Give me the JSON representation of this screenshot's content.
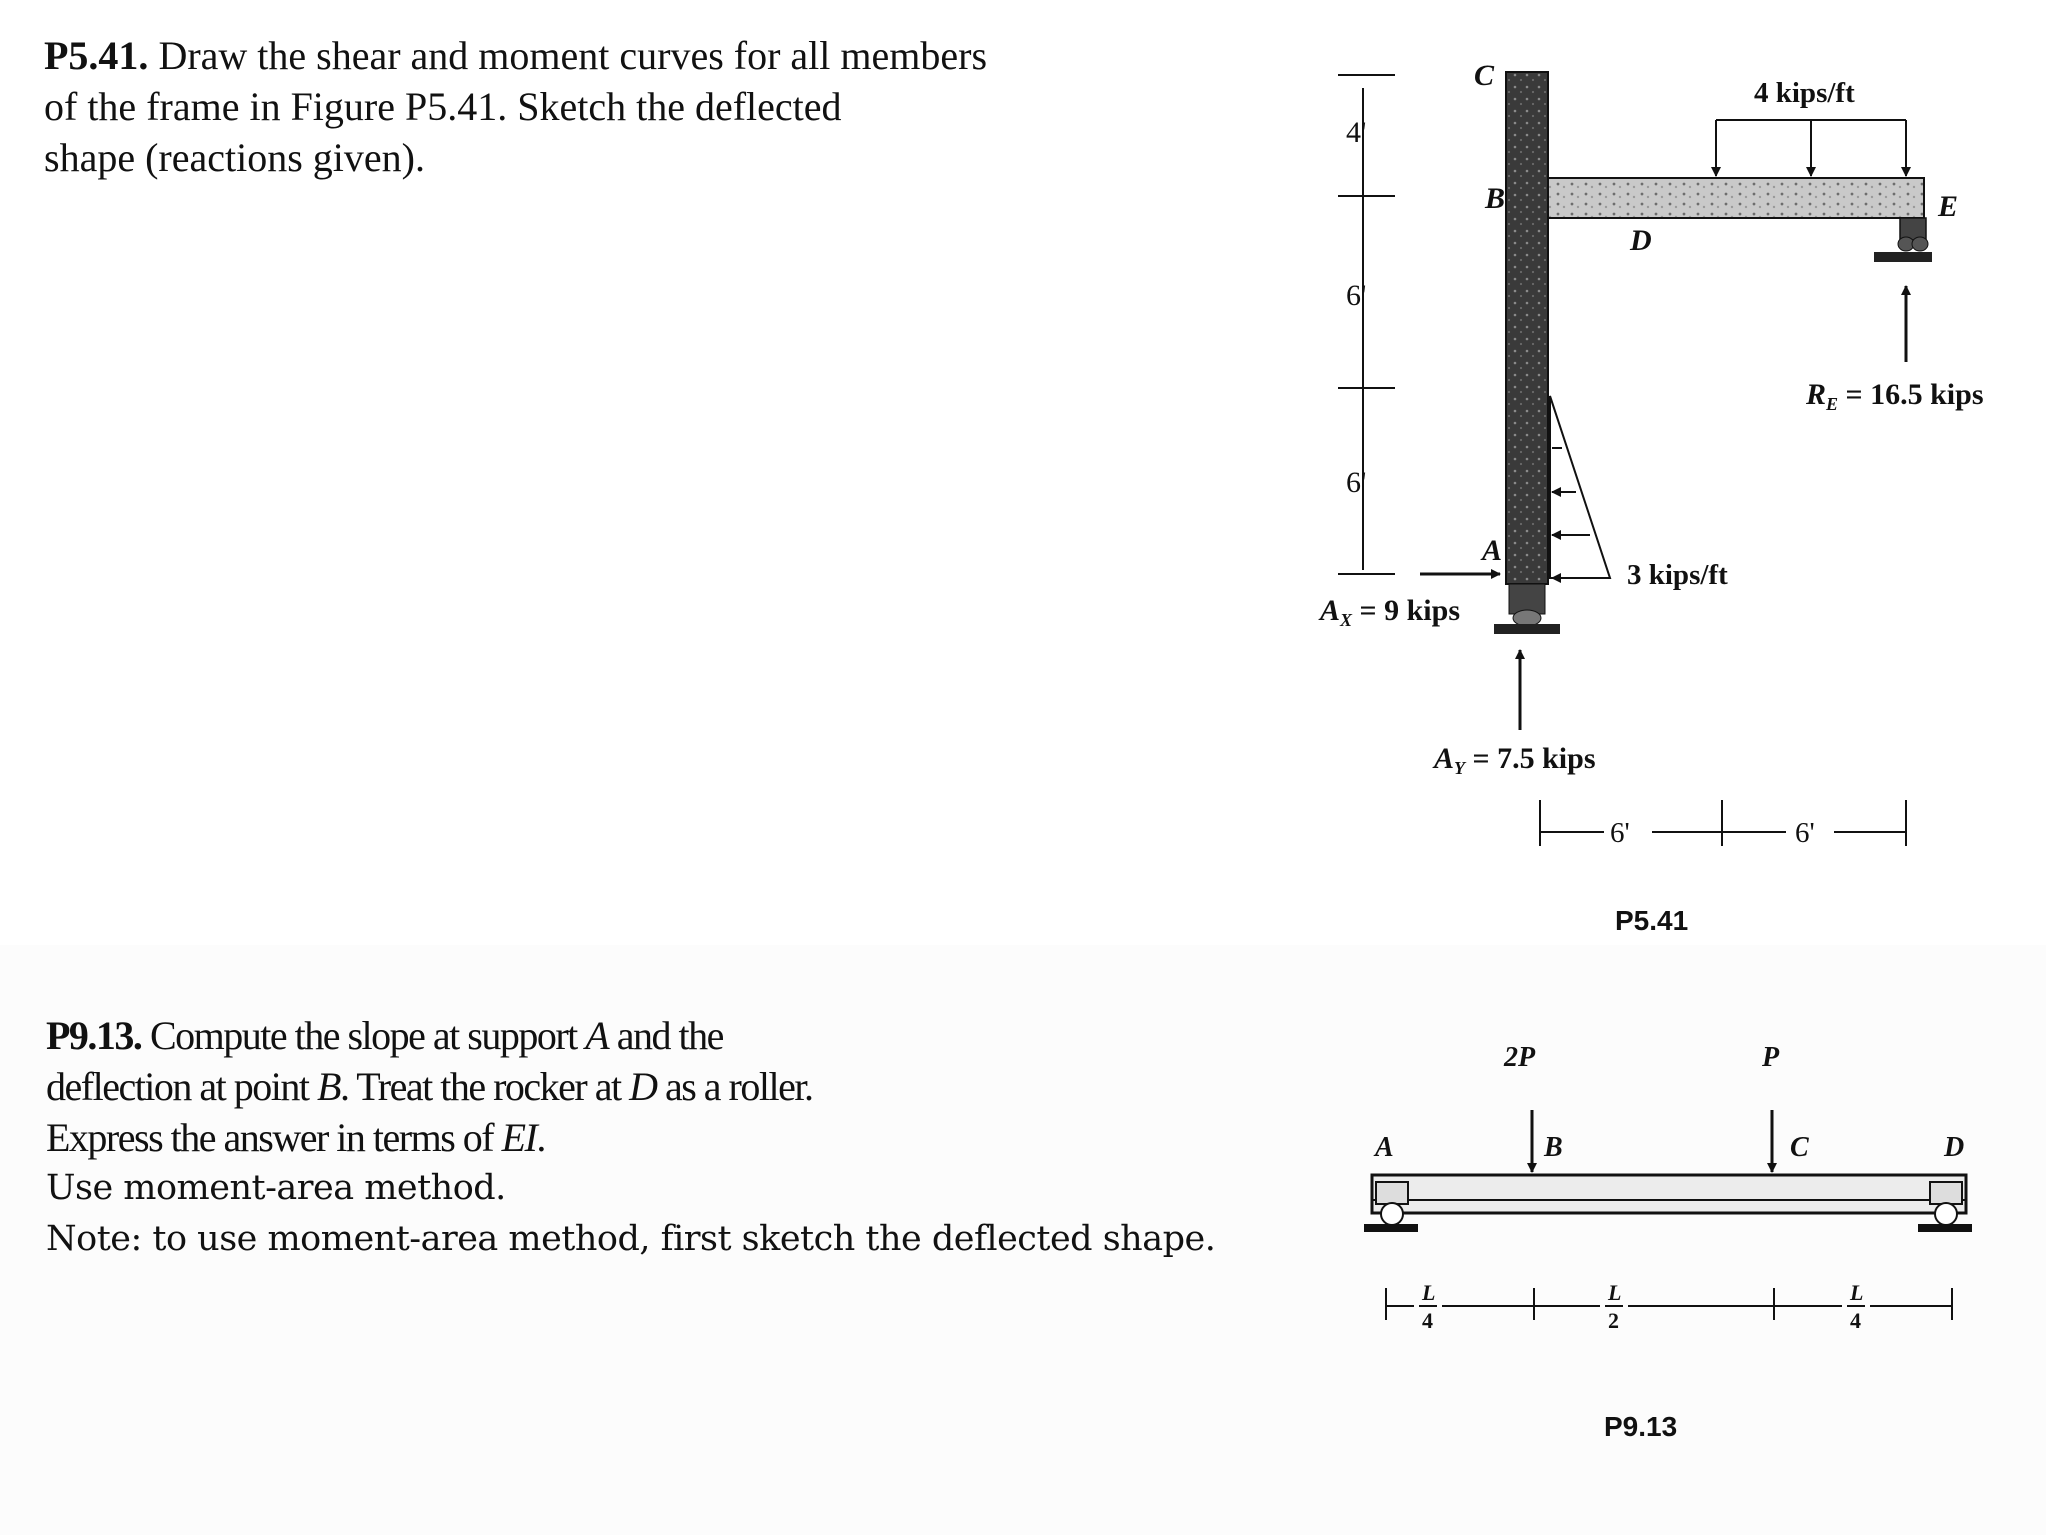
{
  "problem_541": {
    "number": "P5.41.",
    "lines": [
      " Draw the shear and moment curves for all members",
      "of the frame in Figure P5.41. Sketch the deflected",
      "shape (reactions given)."
    ]
  },
  "figure_541": {
    "caption": "P5.41",
    "point_labels": {
      "A": "A",
      "B": "B",
      "C": "C",
      "D": "D",
      "E": "E"
    },
    "dimensions_vertical": [
      "4'",
      "6'",
      "6'"
    ],
    "dimensions_horizontal": [
      "6'",
      "6'"
    ],
    "loads": {
      "distributed_beam": "4 kips/ft",
      "distributed_column": "3 kips/ft"
    },
    "reactions": {
      "Ax": "A",
      "Ax_sub": "X",
      "Ax_val": " = 9 kips",
      "Ay": "A",
      "Ay_sub": "Y",
      "Ay_val": " = 7.5 kips",
      "RE": "R",
      "RE_sub": "E",
      "RE_val": " = 16.5 kips"
    }
  },
  "problem_913": {
    "number": "P9.13.",
    "lines": [
      " Compute the slope at support ",
      "A",
      " and the"
    ],
    "line2_a": "deflection at point ",
    "line2_b": "B",
    "line2_c": ". Treat the rocker at ",
    "line2_d": "D",
    "line2_e": " as a roller.",
    "line3_a": "Express the answer in terms of ",
    "line3_b": "EI",
    "line3_c": ".",
    "line4": "Use moment-area method.",
    "line5": "Note: to use moment-area method, first sketch the deflected shape."
  },
  "figure_913": {
    "caption": "P9.13",
    "point_labels": {
      "A": "A",
      "B": "B",
      "C": "C",
      "D": "D"
    },
    "loads": {
      "left": "2P",
      "right": "P"
    },
    "spans": [
      {
        "num": "L",
        "den": "4"
      },
      {
        "num": "L",
        "den": "2"
      },
      {
        "num": "L",
        "den": "4"
      }
    ]
  }
}
